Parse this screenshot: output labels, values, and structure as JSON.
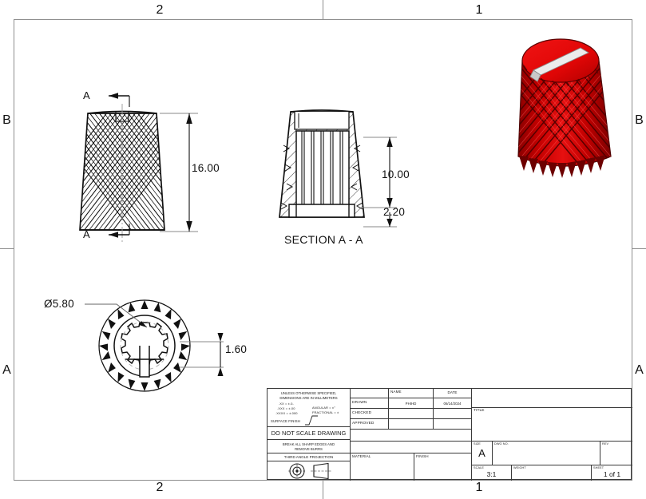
{
  "sheet": {
    "zones_top": [
      "2",
      "1"
    ],
    "zones_bottom": [
      "2",
      "1"
    ],
    "zones_left": [
      "B",
      "A"
    ],
    "zones_right": [
      "B",
      "A"
    ]
  },
  "views": {
    "front": {
      "name": "front-knurled-elevation",
      "section_arrow_label_top": "A",
      "section_arrow_label_bottom": "A",
      "dimension_height": "16.00"
    },
    "section": {
      "name": "section-a-a",
      "caption": "SECTION A - A",
      "dimension_bore_depth": "10.00",
      "dimension_counterbore": "2.20"
    },
    "bottom": {
      "name": "bottom-plan-view",
      "dimension_diameter": "Ø5.80",
      "dimension_flat": "1.60"
    },
    "iso": {
      "name": "isometric-render",
      "body_color": "#d80000",
      "body_color_dark": "#8e0000",
      "indicator_color": "#e8e8e8"
    }
  },
  "title_block": {
    "tolerance_note_line1": "UNLESS OTHERWISE SPECIFIED,",
    "tolerance_note_line2": "DIMENSIONS ARE IN MILLIMETERS",
    "tol_xx": ".XX = ±.0-",
    "tol_xxx": ".XXX = ±.00",
    "tol_xxxx": ".XXXX = ±.000",
    "tol_angular": "ANGULAR = ±°",
    "tol_fractional": "FRACTIONAL = ±",
    "surface_finish_label": "SURFACE FINISH",
    "do_not_scale": "DO NOT SCALE DRAWING",
    "break_edges_line1": "BREAK ALL SHARP EDGES AND",
    "break_edges_line2": "REMOVE BURRS",
    "projection_label": "THIRD ANGLE PROJECTION",
    "col_name": "NAME",
    "col_date": "DATE",
    "row_drawn": "DRAWN",
    "row_checked": "CHECKED",
    "row_approved": "APPROVED",
    "drawn_name": "PHIHD",
    "drawn_date": "06/14/2024",
    "checked_name": "",
    "checked_date": "",
    "approved_name": "",
    "approved_date": "",
    "material_label": "MATERIAL",
    "material_value": "",
    "finish_label": "FINISH",
    "finish_value": "",
    "title_label": "TITLE",
    "title_value": "",
    "size_label": "SIZE",
    "size_value": "A",
    "dwg_no_label": "DWG NO.",
    "dwg_no_value": "",
    "rev_label": "REV",
    "rev_value": "",
    "scale_label": "SCALE",
    "scale_value": "3:1",
    "weight_label": "WEIGHT",
    "weight_value": "",
    "sheet_label": "SHEET",
    "sheet_value": "1 of 1"
  }
}
